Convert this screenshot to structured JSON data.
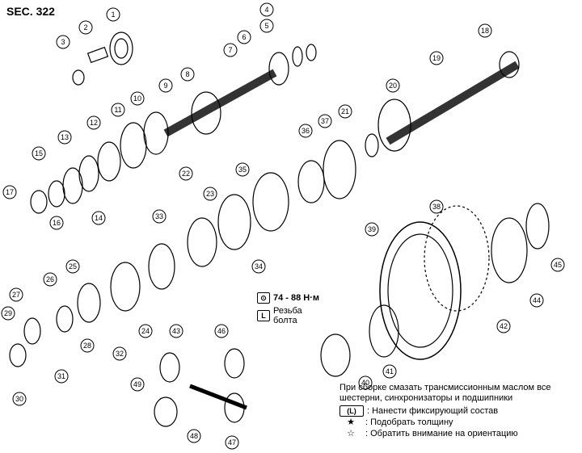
{
  "section": "SEC. 322",
  "torque": {
    "value": "74 - 88 Н·м",
    "icon": "wrench-icon",
    "thread_label_1": "Резьба",
    "thread_label_2": "болта"
  },
  "notes": {
    "assembly": "При сборке смазать трансмиссионным маслом все шестерни, синхронизаторы и подшипники",
    "legend": [
      {
        "symbol": "(L)",
        "text": ": Нанести фиксирующий состав"
      },
      {
        "symbol": "★",
        "text": ": Подобрать толщину"
      },
      {
        "symbol": "☆",
        "text": ": Обратить внимание на ориентацию"
      }
    ]
  },
  "callouts": [
    "1",
    "2",
    "3",
    "4",
    "5",
    "6",
    "7",
    "8",
    "9",
    "10",
    "11",
    "12",
    "13",
    "14",
    "15",
    "16",
    "17",
    "18",
    "19",
    "20",
    "21",
    "22",
    "23",
    "24",
    "25",
    "26",
    "27",
    "28",
    "29",
    "30",
    "31",
    "32",
    "33",
    "34",
    "35",
    "36",
    "37",
    "38",
    "39",
    "40",
    "41",
    "42",
    "43",
    "44",
    "45",
    "46",
    "47",
    "48",
    "49"
  ]
}
